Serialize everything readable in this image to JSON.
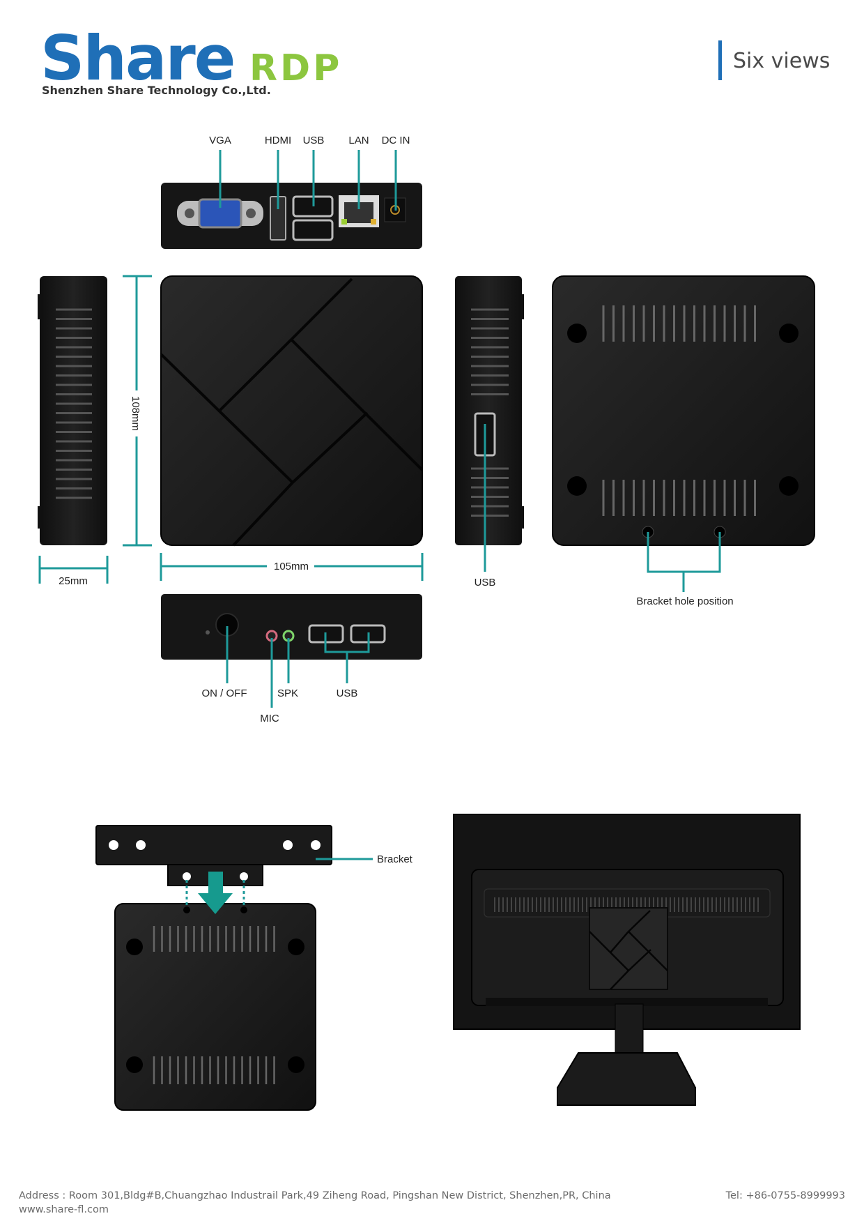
{
  "header": {
    "logo_share": "Share",
    "logo_rdp": "RDP",
    "company": "Shenzhen Share Technology Co.,Ltd.",
    "title": "Six views"
  },
  "rear_ports": {
    "vga": "VGA",
    "hdmi": "HDMI",
    "usb": "USB",
    "lan": "LAN",
    "dc_in": "DC IN"
  },
  "dimensions": {
    "depth": "25mm",
    "height": "108mm",
    "width": "105mm"
  },
  "side_port": {
    "usb": "USB"
  },
  "bottom": {
    "bracket_hole": "Bracket hole position"
  },
  "front_ports": {
    "on_off": "ON / OFF",
    "spk": "SPK",
    "mic": "MIC",
    "usb": "USB"
  },
  "mounting": {
    "bracket": "Bracket"
  },
  "footer": {
    "address": "Address : Room 301,Bldg#B,Chuangzhao Industrail Park,49 Ziheng Road, Pingshan New District, Shenzhen,PR, China",
    "website": "www.share-fl.com",
    "tel": "Tel: +86-0755-8999993"
  },
  "colors": {
    "brand_blue": "#1f6fb7",
    "brand_green": "#8cc63f",
    "callout_teal": "#1e9a9a",
    "device_body": "#1a1a1a"
  }
}
